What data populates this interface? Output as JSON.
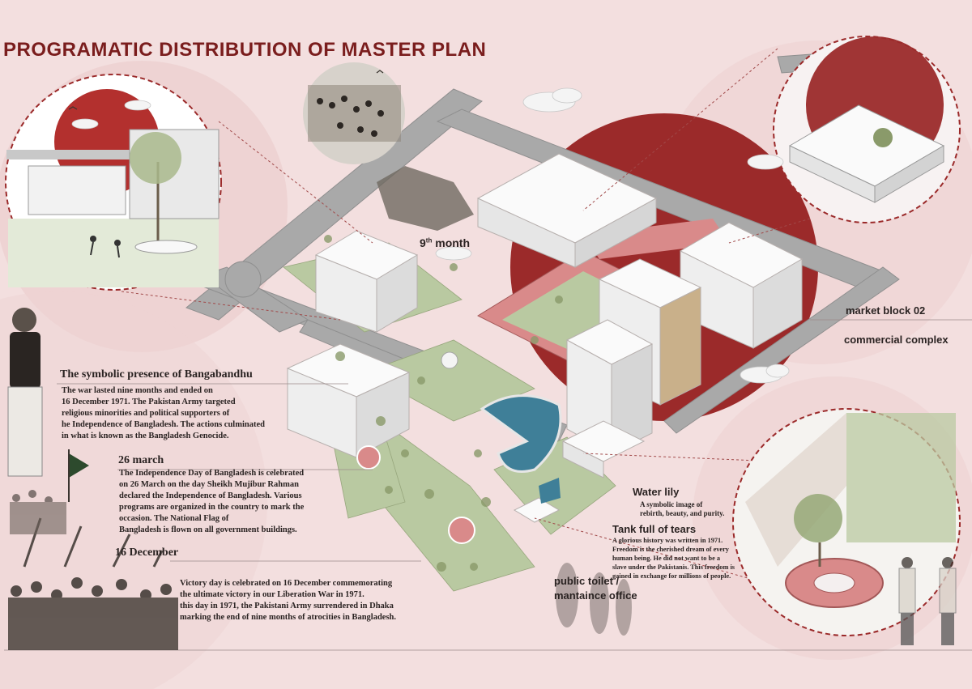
{
  "title": "PROGRAMATIC  DISTRIBUTION OF MASTER PLAN",
  "labels": {
    "ninth_month_num": "9",
    "ninth_month_sup": "th",
    "ninth_month_word": " month",
    "market_block": "market block 02",
    "commercial_complex": "commercial complex",
    "public_toilet_line1": "public toilet /",
    "public_toilet_line2": "mantaince office"
  },
  "bangabandhu": {
    "heading": "The symbolic presence of Bangabandhu",
    "lines": [
      "The war lasted nine months and ended on",
      "16 December 1971. The Pakistan Army targeted",
      "religious minorities and political supporters of",
      "he Independence of Bangladesh. The actions culminated",
      "in what is known as the Bangladesh Genocide."
    ]
  },
  "march": {
    "heading": "26 march",
    "lines": [
      "The Independence Day of Bangladesh  is celebrated",
      "on 26 March on the day Sheikh Mujibur Rahman",
      "declared the Independence of Bangladesh. Various",
      "programs are organized in the country to mark the",
      "occasion. The National Flag of",
      "Bangladesh is flown on all government buildings."
    ]
  },
  "december": {
    "heading": "16 December",
    "lines": [
      "Victory day is celebrated on 16 December commemorating",
      "the ultimate victory in our Liberation War in 1971.",
      "this day in 1971,  the Pakistani Army surrendered in Dhaka",
      "marking the end of nine months of atrocities in Bangladesh."
    ]
  },
  "water_lily": {
    "heading": "Water lily",
    "lines": [
      "A symbolic image of",
      "rebirth, beauty, and purity."
    ]
  },
  "tank": {
    "heading": "Tank full of tears",
    "lines": [
      "A glorious history was written in 1971.",
      "Freedom is the cherished dream of every",
      "human being. He did not want to be a",
      "slave under the Pakistanis. This freedom is",
      "gained in exchange for millions  of  people."
    ]
  },
  "colors": {
    "background": "#f3dfdf",
    "accent_red": "#9b2a2a",
    "road": "#a9a9a9",
    "plaza": "#d98a8a",
    "green": "#b9c9a1",
    "water": "#3f7f98"
  }
}
